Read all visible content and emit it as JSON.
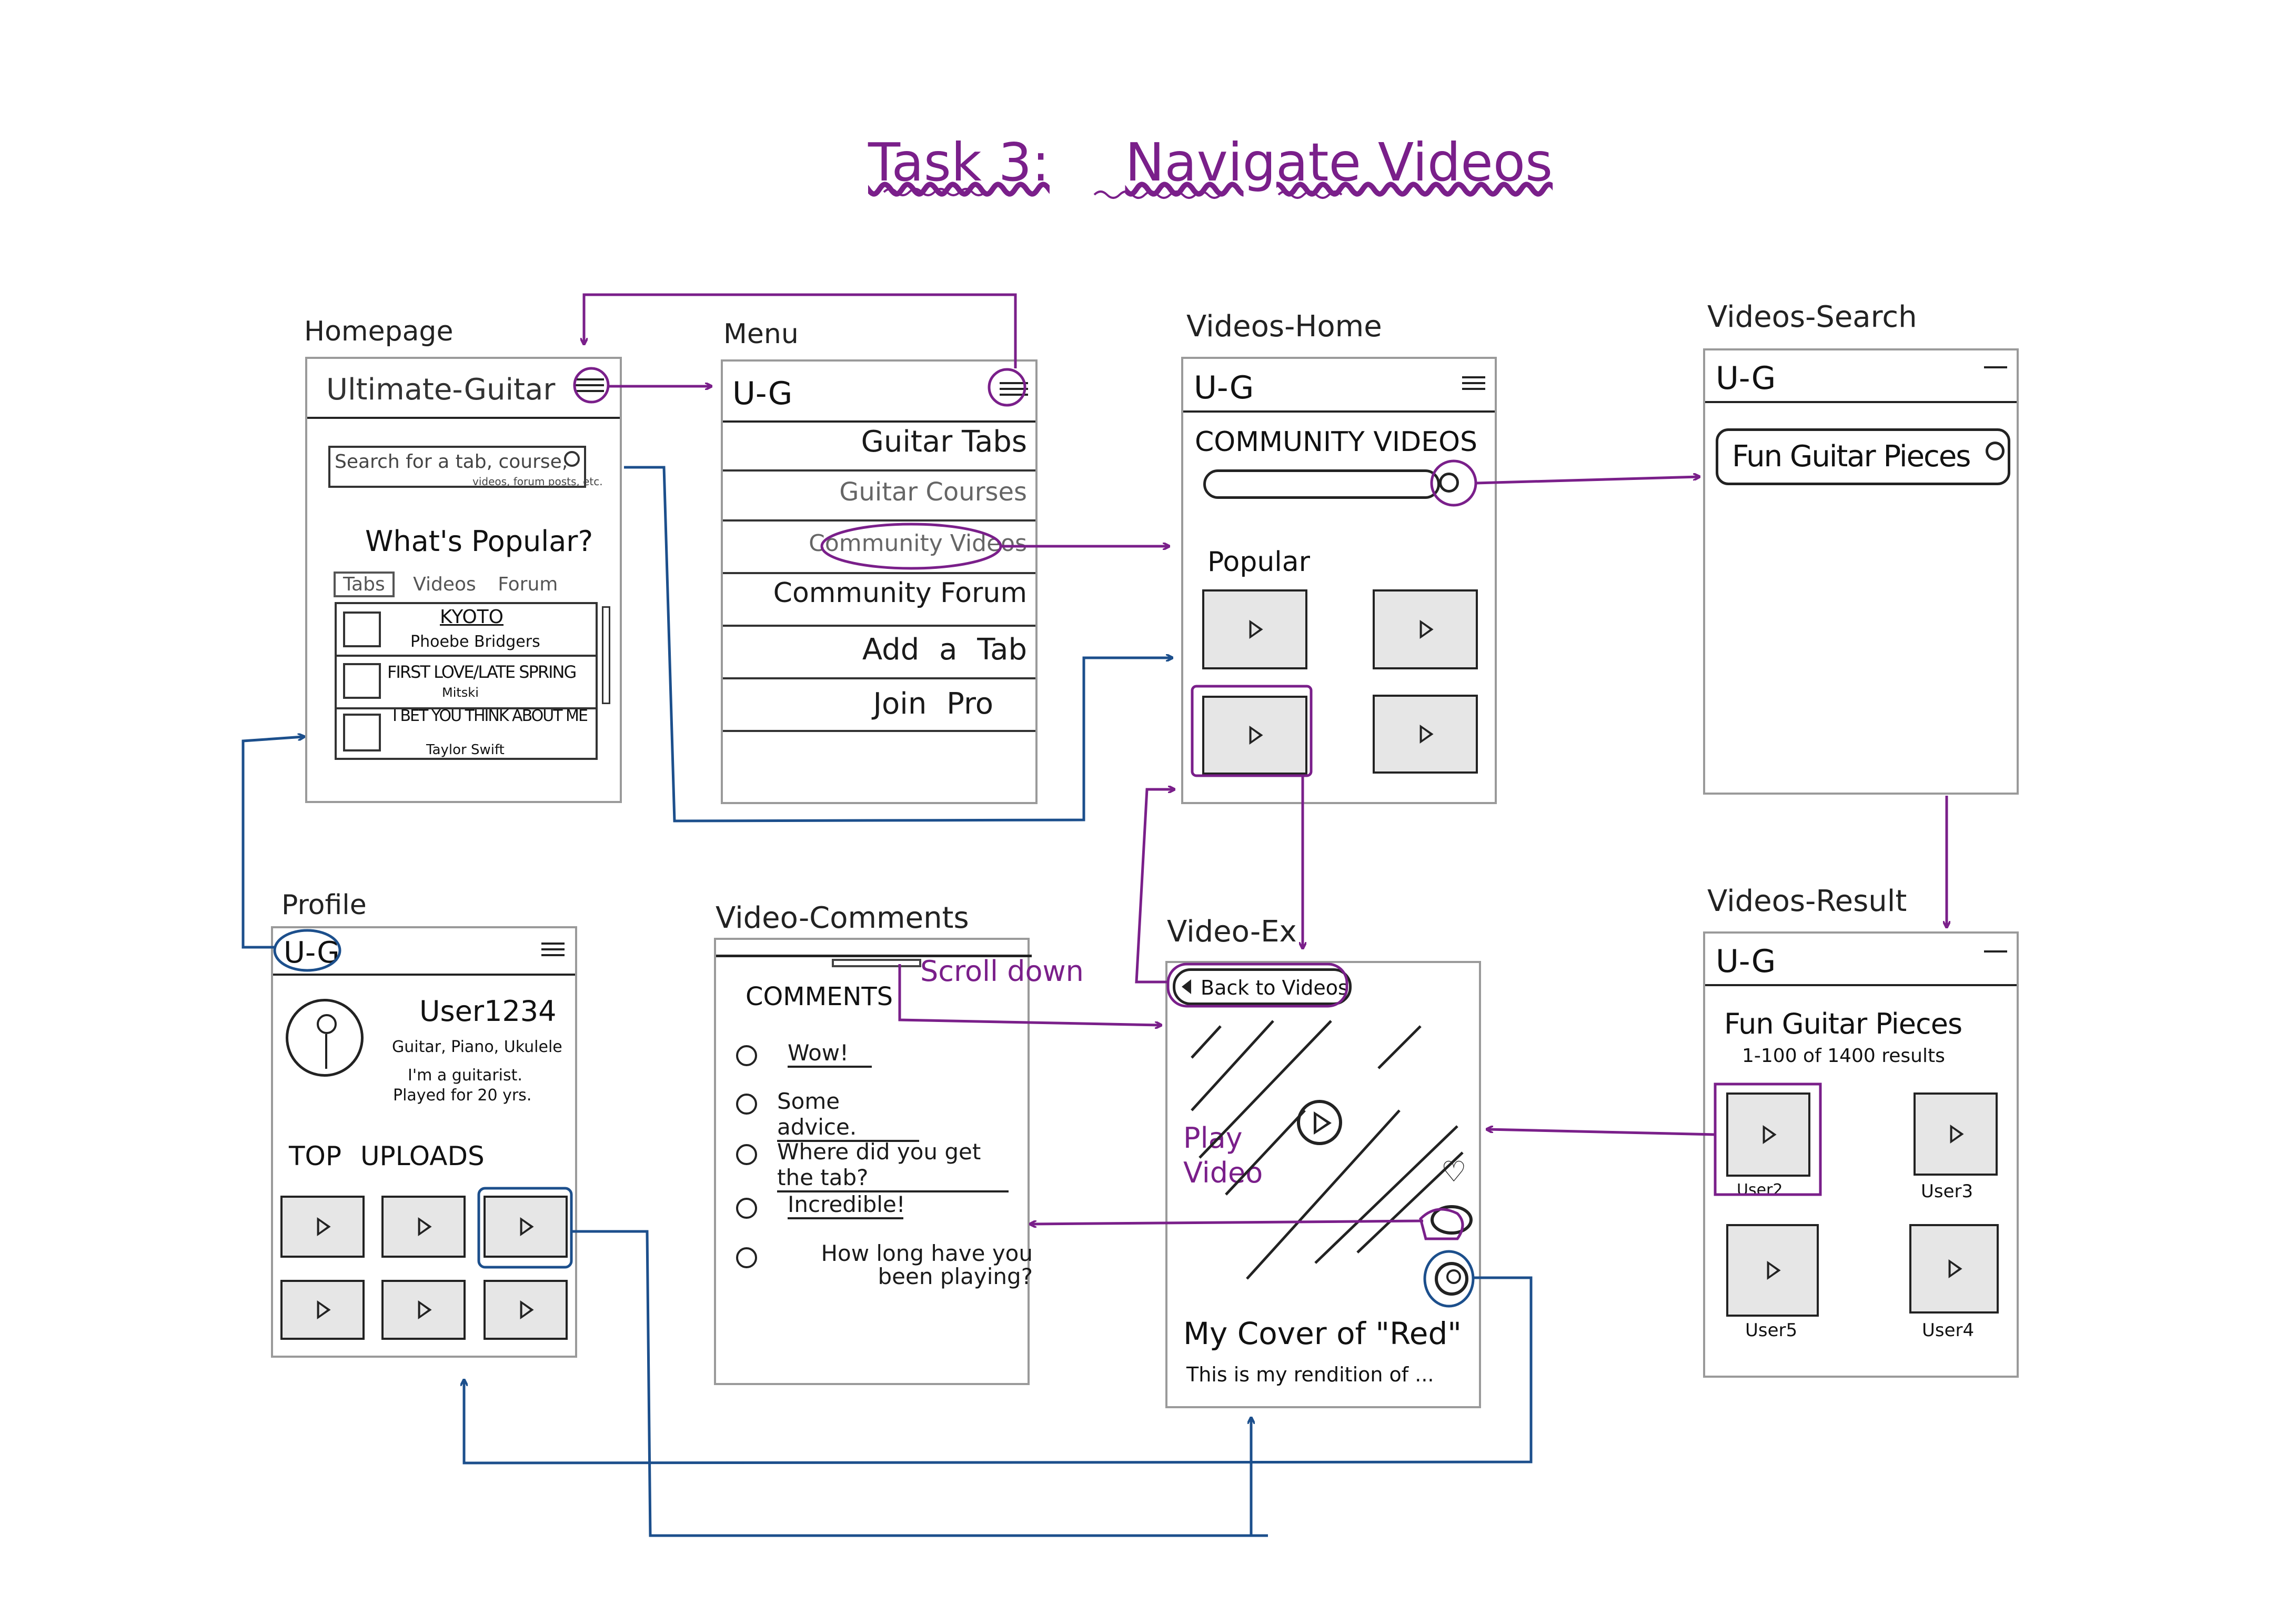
{
  "title": {
    "task": "Task 3:",
    "subject": "Navigate Videos"
  },
  "colors": {
    "purple": "#7a1f8a",
    "blue": "#1c4f8c",
    "ink": "#1a1a1a",
    "frame": "#9a9a9a",
    "thumb": "#e6e6e6"
  },
  "homepage": {
    "label": "Homepage",
    "app_title": "Ultimate-Guitar",
    "search_placeholder": "Search for a tab, course,",
    "search_placeholder_2": "videos, forum posts, etc.",
    "section": "What's Popular?",
    "tabs": [
      "Tabs",
      "Videos",
      "Forum"
    ],
    "songs": [
      {
        "title": "KYOTO",
        "artist": "Phoebe Bridgers"
      },
      {
        "title": "FIRST LOVE/LATE SPRING",
        "artist": "Mitski"
      },
      {
        "title": "I BET YOU THINK ABOUT ME",
        "artist": "Taylor Swift"
      }
    ]
  },
  "menu": {
    "label": "Menu",
    "app_title": "U-G",
    "items": [
      "Guitar Tabs",
      "Guitar Courses",
      "Community Videos",
      "Community Forum",
      "Add a Tab",
      "Join Pro"
    ]
  },
  "videos_home": {
    "label": "Videos-Home",
    "app_title": "U-G",
    "heading": "COMMUNITY VIDEOS",
    "section": "Popular"
  },
  "videos_search": {
    "label": "Videos-Search",
    "app_title": "U-G",
    "query": "Fun Guitar Pieces"
  },
  "videos_result": {
    "label": "Videos-Result",
    "app_title": "U-G",
    "query": "Fun Guitar Pieces",
    "count": "1-100 of 1400 results",
    "users": [
      "User2",
      "User3",
      "User5",
      "User4"
    ]
  },
  "video_ex": {
    "label": "Video-Ex",
    "back": "Back to Videos",
    "annotation": "Play Video",
    "video_title": "My Cover of \"Red\"",
    "video_desc": "This is my rendition of ..."
  },
  "video_comments": {
    "label": "Video-Comments",
    "annotation": "Scroll down",
    "heading": "COMMENTS",
    "comments": [
      "Wow!",
      "Some advice.",
      "Where did you get the tab?",
      "Incredible!",
      "How long have you been playing?"
    ]
  },
  "profile": {
    "label": "Profile",
    "app_title": "U-G",
    "username": "User1234",
    "instruments": "Guitar, Piano, Ukulele",
    "bio_1": "I'm a guitarist.",
    "bio_2": "Played for 20 yrs.",
    "section": "TOP UPLOADS"
  }
}
